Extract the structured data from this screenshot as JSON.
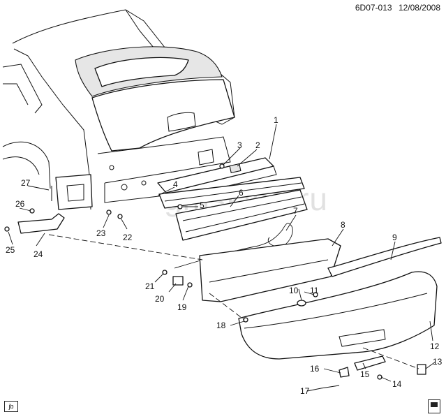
{
  "header": {
    "diagram_id": "6D07-013",
    "date": "12/08/2008"
  },
  "footer": {
    "author_code": "jb",
    "manual_icon": "service-manual-icon"
  },
  "watermark": {
    "text": "gmsklad.ru"
  },
  "callouts": [
    {
      "id": "c1",
      "label": "1"
    },
    {
      "id": "c2",
      "label": "2"
    },
    {
      "id": "c3",
      "label": "3"
    },
    {
      "id": "c4",
      "label": "4"
    },
    {
      "id": "c5",
      "label": "5"
    },
    {
      "id": "c6",
      "label": "6"
    },
    {
      "id": "c7",
      "label": "7"
    },
    {
      "id": "c8",
      "label": "8"
    },
    {
      "id": "c9",
      "label": "9"
    },
    {
      "id": "c10",
      "label": "10"
    },
    {
      "id": "c11",
      "label": "11"
    },
    {
      "id": "c12",
      "label": "12"
    },
    {
      "id": "c13",
      "label": "13"
    },
    {
      "id": "c14",
      "label": "14"
    },
    {
      "id": "c15",
      "label": "15"
    },
    {
      "id": "c16",
      "label": "16"
    },
    {
      "id": "c17",
      "label": "17"
    },
    {
      "id": "c18",
      "label": "18"
    },
    {
      "id": "c19",
      "label": "19"
    },
    {
      "id": "c20",
      "label": "20"
    },
    {
      "id": "c21",
      "label": "21"
    },
    {
      "id": "c22",
      "label": "22"
    },
    {
      "id": "c23",
      "label": "23"
    },
    {
      "id": "c24",
      "label": "24"
    },
    {
      "id": "c25",
      "label": "25"
    },
    {
      "id": "c26",
      "label": "26"
    },
    {
      "id": "c27",
      "label": "27"
    }
  ]
}
